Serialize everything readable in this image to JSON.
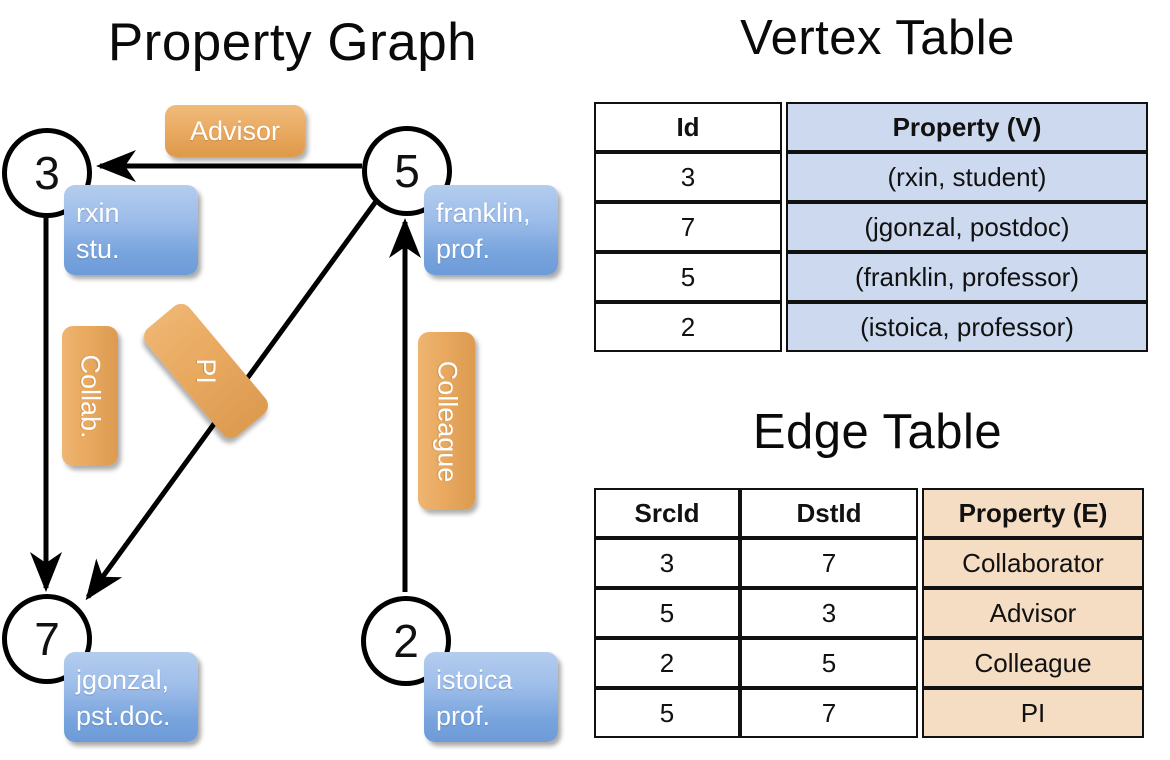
{
  "titles": {
    "property_graph": "Property Graph",
    "vertex_table": "Vertex Table",
    "edge_table": "Edge Table"
  },
  "graph": {
    "nodes": [
      {
        "id": "3",
        "property": "rxin\nstu."
      },
      {
        "id": "5",
        "property": "franklin,\nprof."
      },
      {
        "id": "7",
        "property": "jgonzal,\npst.doc."
      },
      {
        "id": "2",
        "property": "istoica\nprof."
      }
    ],
    "node_labels": {
      "n3": "3",
      "n5": "5",
      "n7": "7",
      "n2": "2"
    },
    "property_boxes": {
      "rxin_line1": "rxin",
      "rxin_line2": "stu.",
      "franklin_line1": "franklin,",
      "franklin_line2": "prof.",
      "jgonzal_line1": "jgonzal,",
      "jgonzal_line2": "pst.doc.",
      "istoica_line1": "istoica",
      "istoica_line2": "prof."
    },
    "edge_labels": {
      "advisor": "Advisor",
      "collab": "Collab.",
      "pi": "PI",
      "colleague": "Colleague"
    }
  },
  "vertex_table": {
    "headers": [
      "Id",
      "Property (V)"
    ],
    "rows": [
      {
        "id": "3",
        "property": "(rxin, student)"
      },
      {
        "id": "7",
        "property": "(jgonzal, postdoc)"
      },
      {
        "id": "5",
        "property": "(franklin, professor)"
      },
      {
        "id": "2",
        "property": "(istoica, professor)"
      }
    ]
  },
  "edge_table": {
    "headers": [
      "SrcId",
      "DstId",
      "Property (E)"
    ],
    "rows": [
      {
        "src": "3",
        "dst": "7",
        "property": "Collaborator"
      },
      {
        "src": "5",
        "dst": "3",
        "property": "Advisor"
      },
      {
        "src": "2",
        "dst": "5",
        "property": "Colleague"
      },
      {
        "src": "5",
        "dst": "7",
        "property": "PI"
      }
    ]
  },
  "colors": {
    "vertex_property_fill": "#ccd9ef",
    "edge_property_fill": "#f5ddc3",
    "node_property_box": "#7fa8dd",
    "edge_label_box": "#e8a95f",
    "stroke": "#000000",
    "background": "#ffffff"
  }
}
